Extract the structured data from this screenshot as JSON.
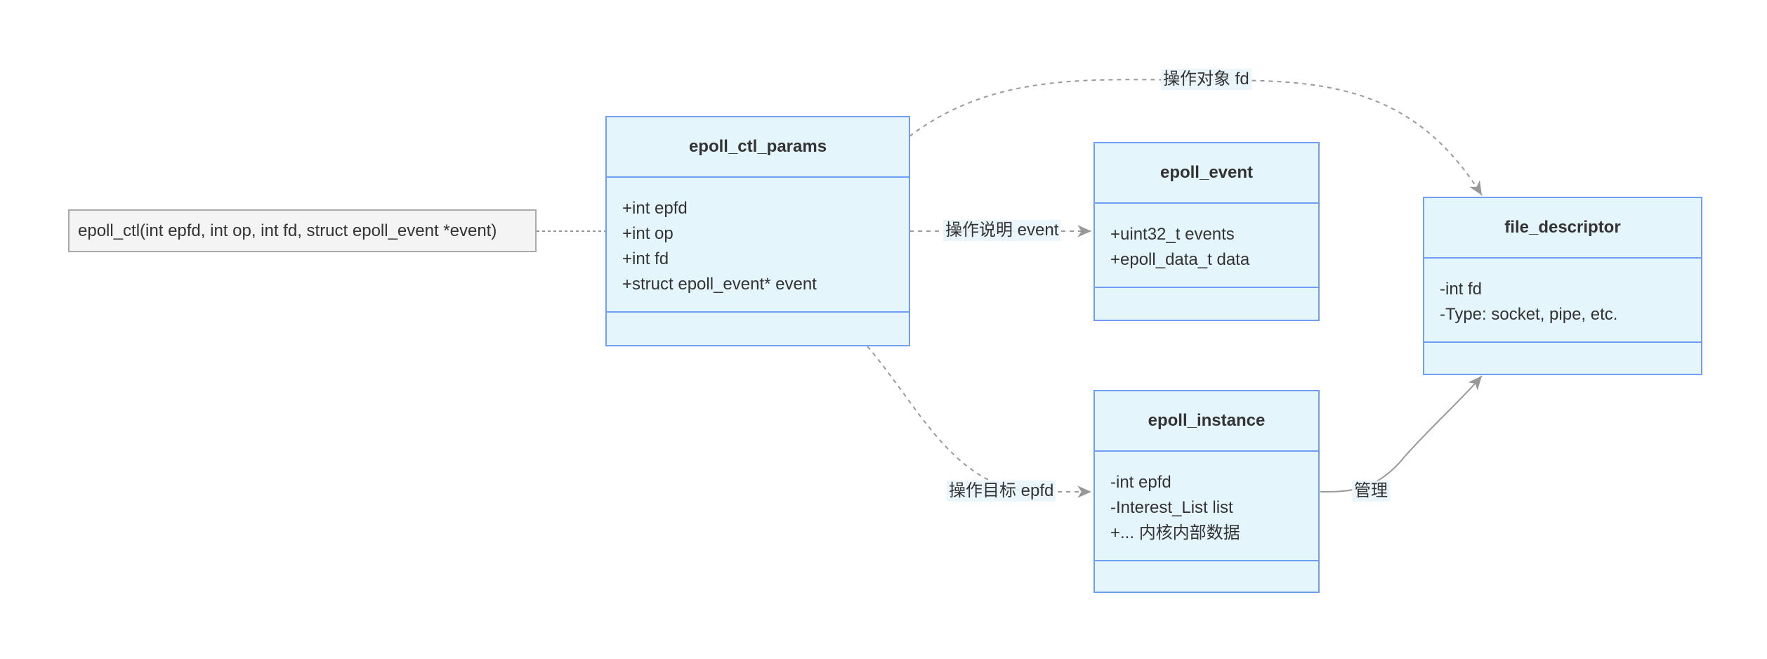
{
  "note": {
    "text": "epoll_ctl(int epfd, int op, int fd, struct epoll_event *event)"
  },
  "classes": {
    "epoll_ctl_params": {
      "name": "epoll_ctl_params",
      "members": [
        "+int epfd",
        "+int op",
        "+int fd",
        "+struct epoll_event* event"
      ]
    },
    "epoll_event": {
      "name": "epoll_event",
      "members": [
        "+uint32_t events",
        "+epoll_data_t data"
      ]
    },
    "file_descriptor": {
      "name": "file_descriptor",
      "members": [
        "-int fd",
        "-Type: socket, pipe, etc."
      ]
    },
    "epoll_instance": {
      "name": "epoll_instance",
      "members": [
        "-int epfd",
        "-Interest_List list",
        "+... 内核内部数据"
      ]
    }
  },
  "edge_labels": {
    "fd": "操作对象 fd",
    "event": "操作说明 event",
    "epfd": "操作目标 epfd",
    "manage": "管理"
  },
  "colors": {
    "class_fill": "#e5f5fc",
    "class_border": "#6f9ff5",
    "edge": "#999999",
    "note_fill": "#f4f4f4"
  }
}
